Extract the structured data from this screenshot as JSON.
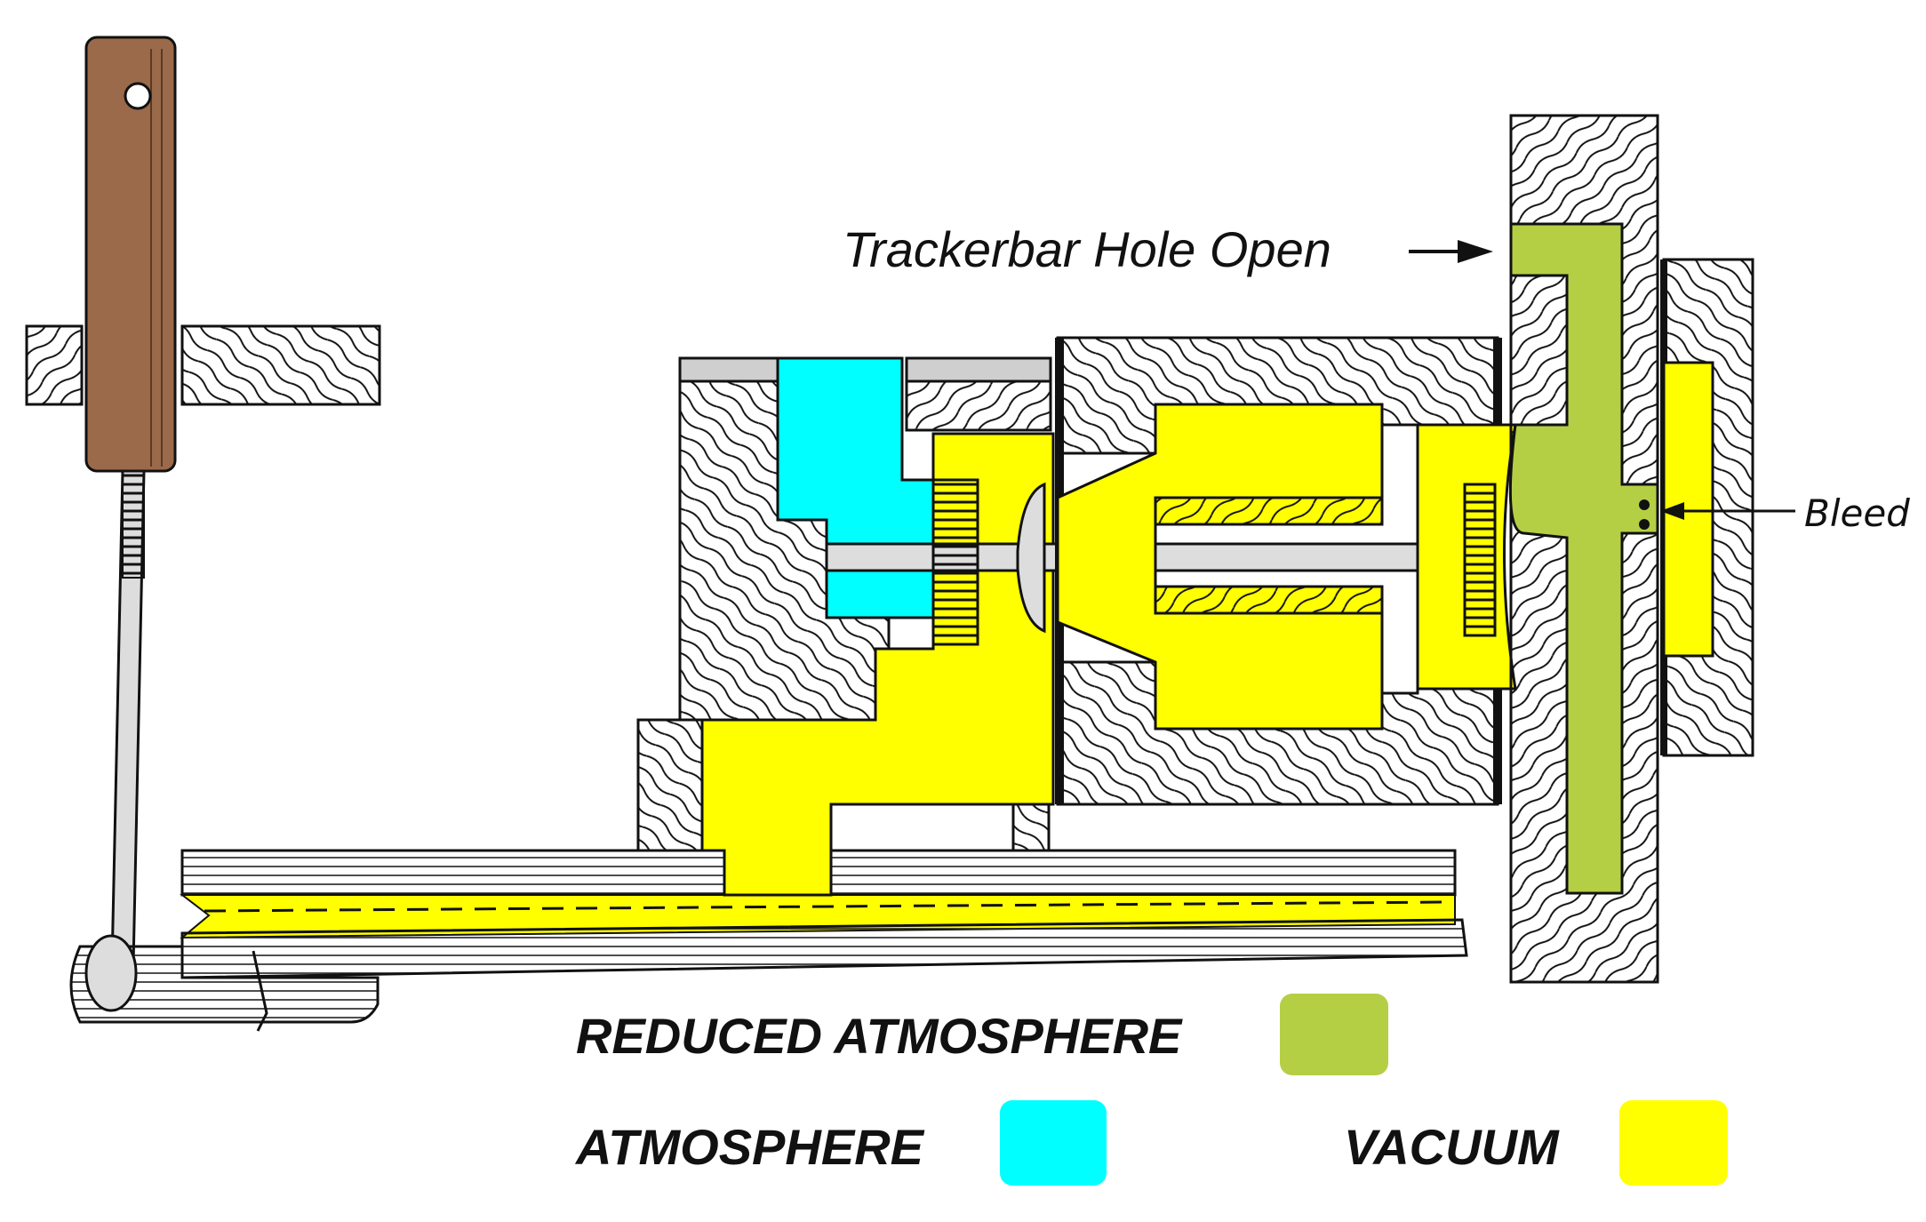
{
  "labels": {
    "trackerbar": "Trackerbar Hole Open",
    "bleed": "Bleed"
  },
  "legend": [
    {
      "label": "REDUCED ATMOSPHERE",
      "color": "#b5cf45"
    },
    {
      "label": "ATMOSPHERE",
      "color": "#00ffff"
    },
    {
      "label": "VACUUM",
      "color": "#ffff00"
    }
  ],
  "colors": {
    "reduced_atmosphere": "#b5cf45",
    "atmosphere": "#00ffff",
    "vacuum": "#ffff00",
    "wood_hatch": "#111111",
    "pushrod": "#9a6a4a",
    "gasket": "#cfcfcf"
  }
}
